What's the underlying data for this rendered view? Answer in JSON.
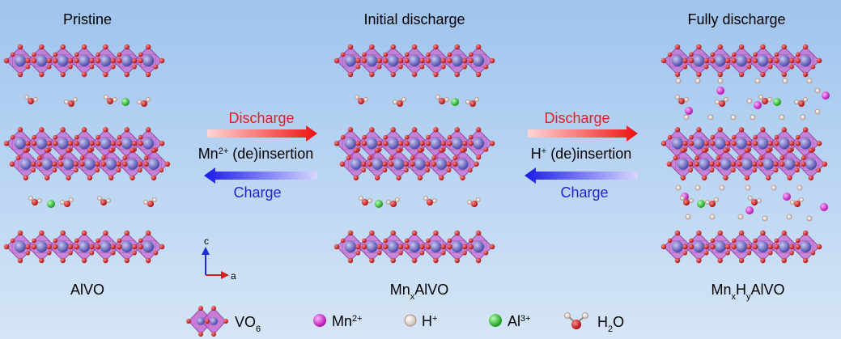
{
  "panels": [
    {
      "title": "Pristine",
      "formula": {
        "base": "AlVO",
        "parts": []
      }
    },
    {
      "title": "Initial discharge",
      "formula": {
        "parts": [
          {
            "t": "Mn",
            "sub": "x"
          }
        ],
        "base": "AlVO"
      }
    },
    {
      "title": "Fully discharge",
      "formula": {
        "parts": [
          {
            "t": "Mn",
            "sub": "x"
          },
          {
            "t": "H",
            "sub": "y"
          }
        ],
        "base": "AlVO"
      }
    }
  ],
  "arrows": [
    {
      "top_label": "Discharge",
      "middle_label": "Mn",
      "middle_sup": "2+",
      "middle_rest": " (de)insertion",
      "bottom_label": "Charge"
    },
    {
      "top_label": "Discharge",
      "middle_label": "H",
      "middle_sup": "+",
      "middle_rest": " (de)insertion",
      "bottom_label": "Charge"
    }
  ],
  "axes": {
    "vertical": "c",
    "horizontal": "a"
  },
  "legend": [
    {
      "icon": "vo6-octahedron-icon",
      "label": "VO",
      "sub": "6",
      "sup": ""
    },
    {
      "icon": "mn-ion-icon",
      "label": "Mn",
      "sub": "",
      "sup": "2+",
      "color": "#d82ad8"
    },
    {
      "icon": "h-ion-icon",
      "label": "H",
      "sub": "",
      "sup": "+",
      "color": "#f4ece6"
    },
    {
      "icon": "al-ion-icon",
      "label": "Al",
      "sub": "",
      "sup": "3+",
      "color": "#2fc82f"
    },
    {
      "icon": "water-molecule-icon",
      "label": "H",
      "sub": "2",
      "sup": "",
      "tail": "O"
    }
  ],
  "colors": {
    "octahedron": "#c86ad2",
    "octahedron_edge": "#8a3a98",
    "vanadium": "#6f6cc8",
    "oxygen": "#d42020",
    "mn": "#d82ad8",
    "al": "#2fc82f",
    "h": "#f4ece6",
    "discharge_arrow": "#ee2222",
    "charge_arrow": "#2222ee"
  }
}
